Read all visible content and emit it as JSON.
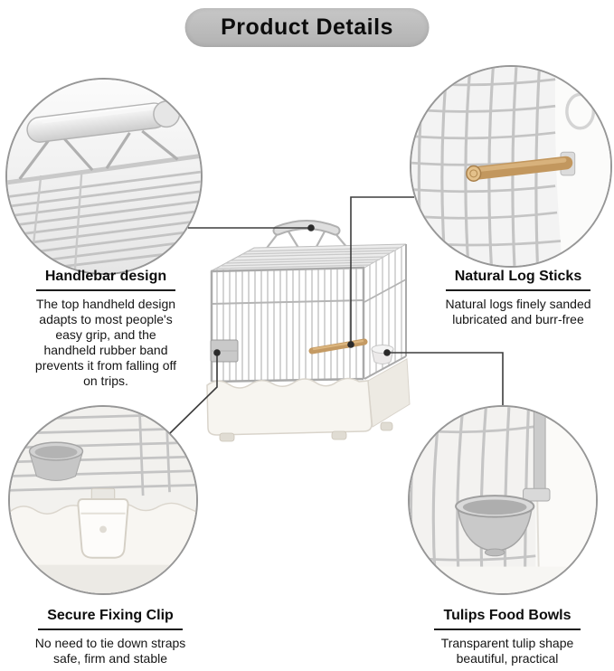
{
  "title": "Product Details",
  "callouts": {
    "handlebar": {
      "label": "Handlebar design",
      "description": "The top handheld design\nadapts to most people's\neasy grip, and the\nhandheld rubber band\nprevents it from falling off\non trips."
    },
    "log_sticks": {
      "label": "Natural Log Sticks",
      "description": "Natural logs finely sanded\nlubricated and burr-free"
    },
    "fixing_clip": {
      "label": "Secure Fixing Clip",
      "description": "No need to tie down straps\nsafe, firm and stable"
    },
    "food_bowls": {
      "label": "Tulips Food Bowls",
      "description": "Transparent tulip shape\nbeautiful, practical"
    }
  },
  "colors": {
    "banner_gray": "#bdbdbd",
    "connector_line": "#3d3d3d",
    "wood_tan": "#c49a63",
    "metal_gray": "#c5c5c5",
    "base_white": "#f6f4ef"
  }
}
